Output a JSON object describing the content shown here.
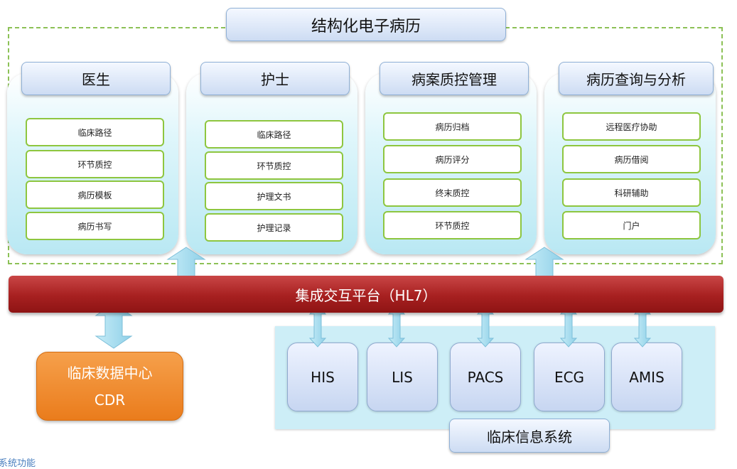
{
  "title": "结构化电子病历",
  "columns": [
    {
      "header": "医生",
      "items": [
        "临床路径",
        "环节质控",
        "病历模板",
        "病历书写"
      ]
    },
    {
      "header": "护士",
      "items": [
        "临床路径",
        "环节质控",
        "护理文书",
        "护理记录"
      ]
    },
    {
      "header": "病案质控管理",
      "items": [
        "病历归档",
        "病历评分",
        "终末质控",
        "环节质控"
      ]
    },
    {
      "header": "病历查询与分析",
      "items": [
        "远程医疗协助",
        "病历借阅",
        "科研辅助",
        "门户"
      ]
    }
  ],
  "platform": "集成交互平台（HL7）",
  "data_center": {
    "line1": "临床数据中心",
    "line2": "CDR"
  },
  "systems": [
    "HIS",
    "LIS",
    "PACS",
    "ECG",
    "AMIS"
  ],
  "systems_label": "临床信息系统",
  "footer_link": "系统功能",
  "colors": {
    "frame_dash": "#8cc156",
    "bus_red": "#a72020",
    "cdr_orange": "#ea7c1c",
    "column_cyan": "#b9e8f3",
    "item_border": "#8ec63f",
    "arrow_fill": "#a7dcee"
  }
}
